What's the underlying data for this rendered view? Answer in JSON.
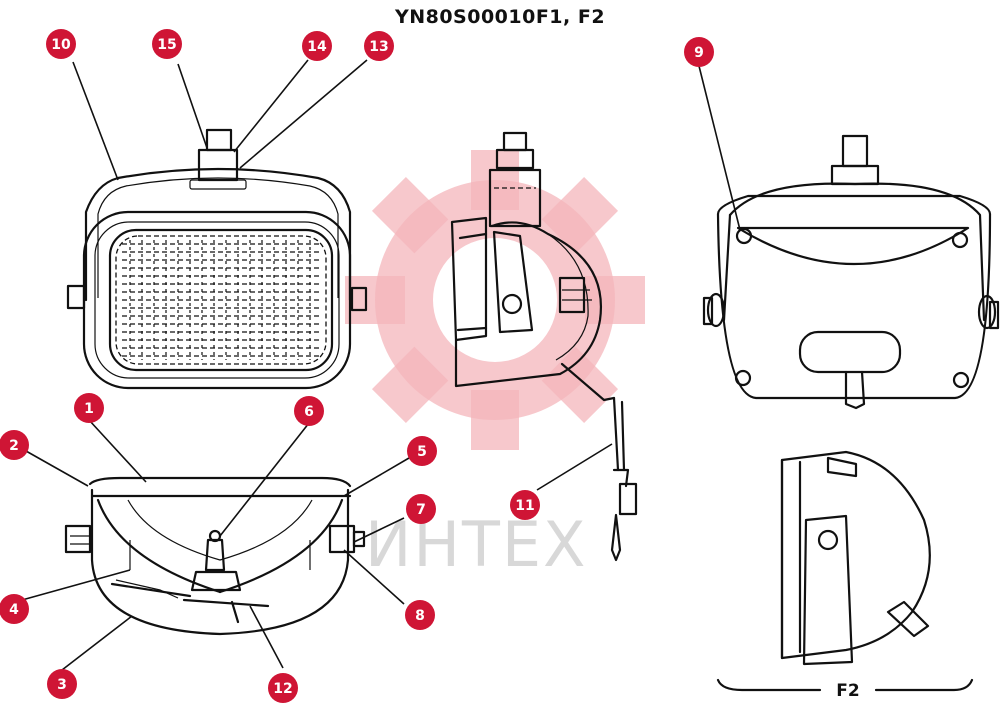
{
  "title": "YN80S00010F1, F2",
  "watermark": {
    "text": "ИНТЕХ",
    "gear_color": "#f4b6bb"
  },
  "view_label": "F2",
  "callout_color": "#cf1535",
  "callouts": [
    {
      "label": "1"
    },
    {
      "label": "2"
    },
    {
      "label": "3"
    },
    {
      "label": "4"
    },
    {
      "label": "5"
    },
    {
      "label": "6"
    },
    {
      "label": "7"
    },
    {
      "label": "8"
    },
    {
      "label": "9"
    },
    {
      "label": "10"
    },
    {
      "label": "11"
    },
    {
      "label": "12"
    },
    {
      "label": "13"
    },
    {
      "label": "14"
    },
    {
      "label": "15"
    }
  ]
}
